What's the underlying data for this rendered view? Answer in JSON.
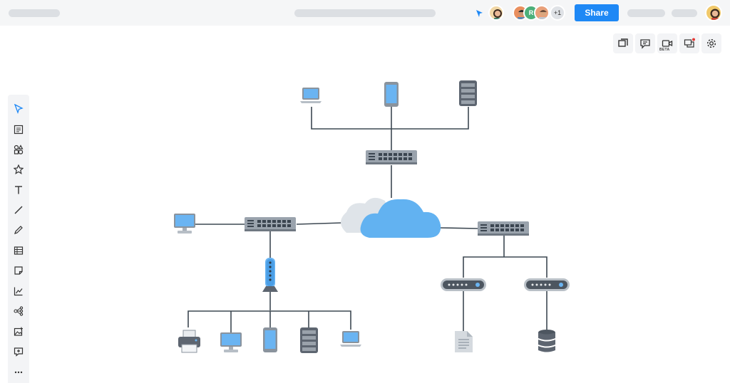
{
  "topbar": {
    "share_label": "Share",
    "collaborator_initial": "R",
    "extra_collaborators": "+1"
  },
  "right_toolbar": [
    "export-icon",
    "comment-icon",
    "video-icon",
    "chat-icon",
    "settings-icon"
  ],
  "video_badge": "BETA",
  "left_toolbar": [
    "select-icon",
    "template-icon",
    "shapes-icon",
    "star-icon",
    "text-icon",
    "line-icon",
    "pen-icon",
    "table-icon",
    "sticky-note-icon",
    "chart-icon",
    "mindmap-icon",
    "image-icon",
    "add-frame-icon",
    "more-icon"
  ],
  "colors": {
    "accent": "#1e88f5",
    "device_blue": "#6ab4f2",
    "device_gray": "#5d6570",
    "cloud_front": "#62b2f1",
    "cloud_back": "#dfe4e9"
  }
}
